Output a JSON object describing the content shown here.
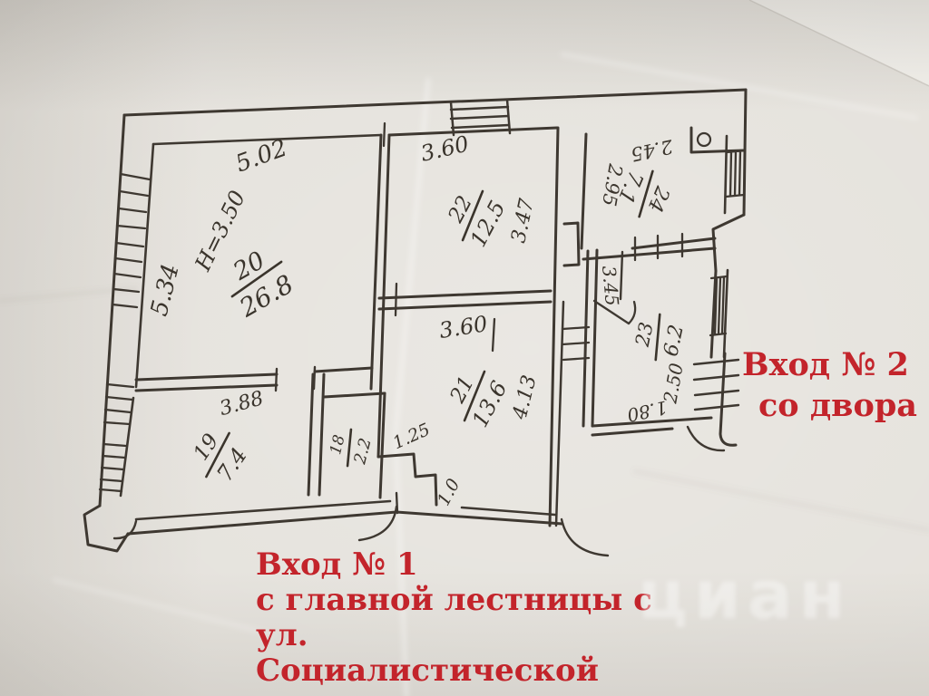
{
  "document": {
    "type_note": "hand-drawn apartment floor plan (photo of paper)"
  },
  "colors": {
    "annotation_red": "#c3242b",
    "ink": "#3e3831",
    "paper": "#e4e1db"
  },
  "rooms": {
    "r20": {
      "number": "20",
      "area": "26.8",
      "height": "Н=3.50",
      "dim_top": "5.02",
      "dim_left": "5.34"
    },
    "r22": {
      "number": "22",
      "area": "12.5",
      "dim_top": "3.60",
      "dim_right": "3.47"
    },
    "r21": {
      "number": "21",
      "area": "13.6",
      "dim_top": "3.60",
      "dim_right": "4.13",
      "dim_step_a": "1.25",
      "dim_step_b": "1.0"
    },
    "r24": {
      "number": "24",
      "area": "7.1",
      "dim_top": "2.45",
      "dim_left": "2.95"
    },
    "r23": {
      "number": "23",
      "area": "6.2",
      "dim_left": "3.45",
      "dim_right": "2.50",
      "dim_bottom": "1.80"
    },
    "r19": {
      "number": "19",
      "area": "7.4",
      "dim_top": "3.88"
    },
    "r18": {
      "number": "18",
      "area": "2.2"
    }
  },
  "annotations": {
    "entrance2": {
      "line1": "Вход № 2",
      "line2": "со двора"
    },
    "entrance1": {
      "line1": "Вход № 1",
      "line2": "с главной лестницы с",
      "line3": "ул.",
      "line4": "Социалистической"
    },
    "watermark": "циан"
  }
}
